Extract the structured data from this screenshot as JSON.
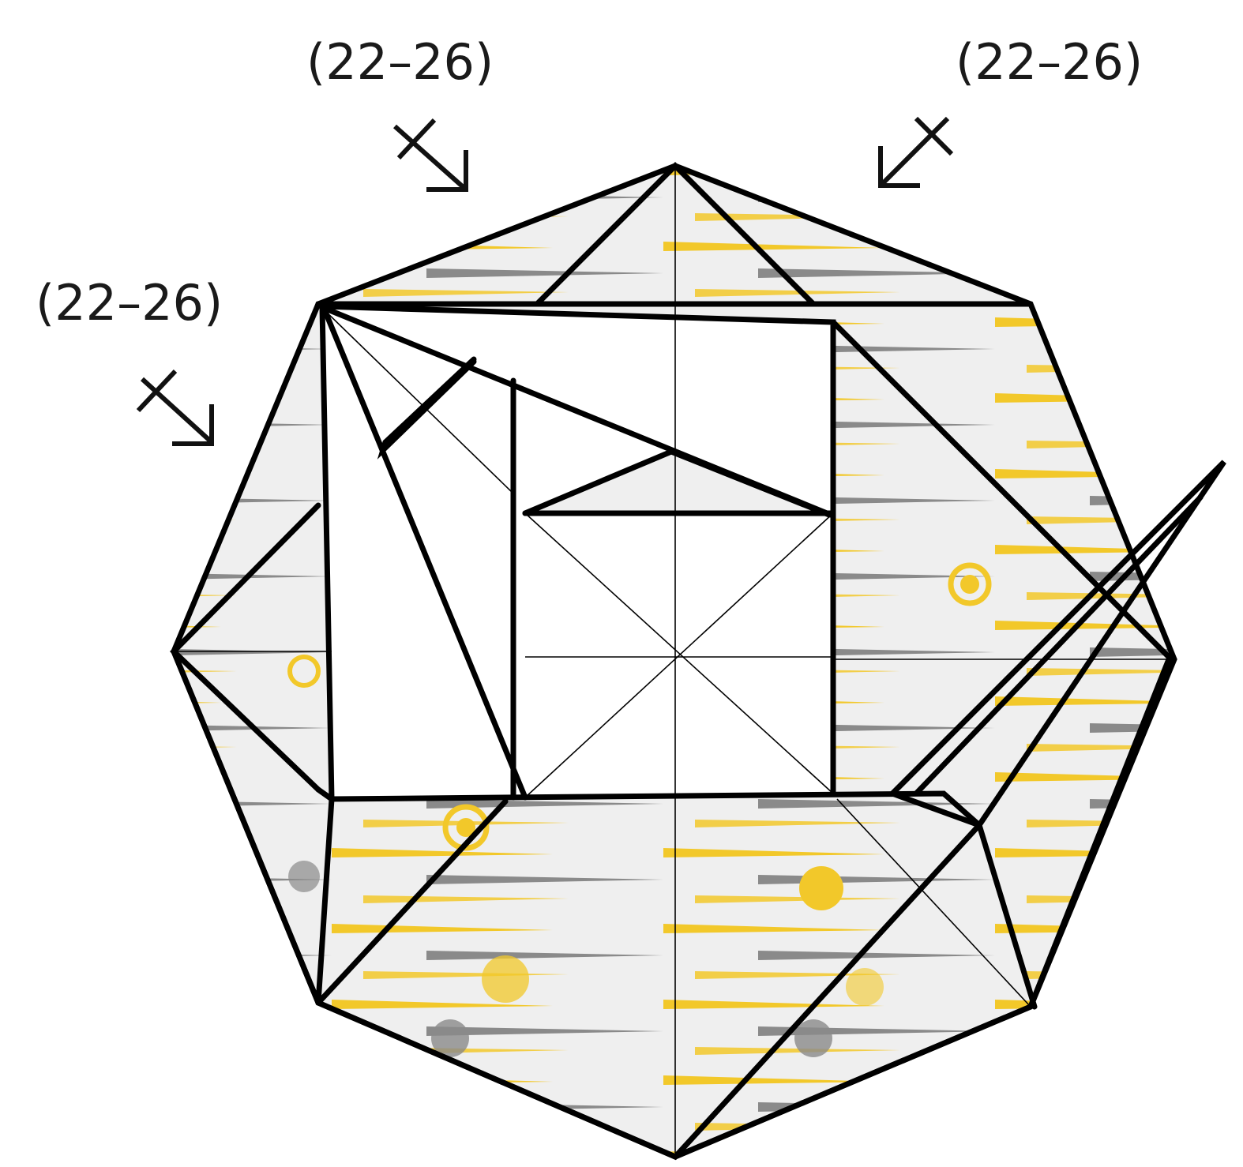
{
  "diagram": {
    "step_labels": [
      "(22–26)",
      "(22–26)",
      "(22–26)"
    ],
    "symbols": [
      "repeat-arrow-icon",
      "repeat-arrow-icon",
      "repeat-arrow-icon"
    ],
    "colors": {
      "paper": "#efefef",
      "stripe_yellow": "#f2c82a",
      "stripe_gray": "#8a8a8a",
      "line": "#000000",
      "background": "#ffffff"
    }
  }
}
